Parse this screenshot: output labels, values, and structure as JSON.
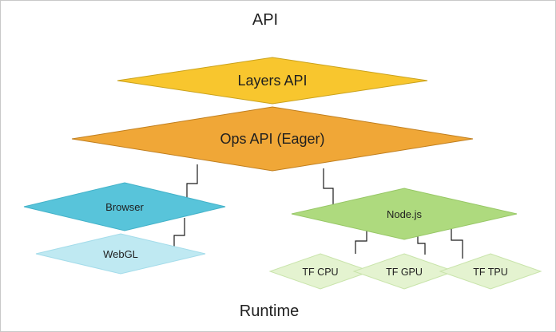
{
  "page": {
    "top_label": "API",
    "bottom_label": "Runtime"
  },
  "nodes": {
    "layers_api": {
      "label": "Layers API",
      "fill": "#f8c62e"
    },
    "ops_api": {
      "label": "Ops API (Eager)",
      "fill": "#f0a737"
    },
    "browser": {
      "label": "Browser",
      "fill": "#58c4da"
    },
    "webgl": {
      "label": "WebGL",
      "fill": "#bfe9f2"
    },
    "nodejs": {
      "label": "Node.js",
      "fill": "#aeda7e"
    },
    "tf_cpu": {
      "label": "TF CPU",
      "fill": "#e4f3d0"
    },
    "tf_gpu": {
      "label": "TF GPU",
      "fill": "#e4f3d0"
    },
    "tf_tpu": {
      "label": "TF TPU",
      "fill": "#e4f3d0"
    }
  },
  "colors": {
    "connector": "#1a1a1a",
    "layers_stroke": "#caa21c",
    "ops_stroke": "#c07f1f",
    "browser_stroke": "#43b2c9",
    "webgl_stroke": "#a4dcea",
    "nodejs_stroke": "#97c766",
    "tf_stroke": "#c9e4ab"
  }
}
